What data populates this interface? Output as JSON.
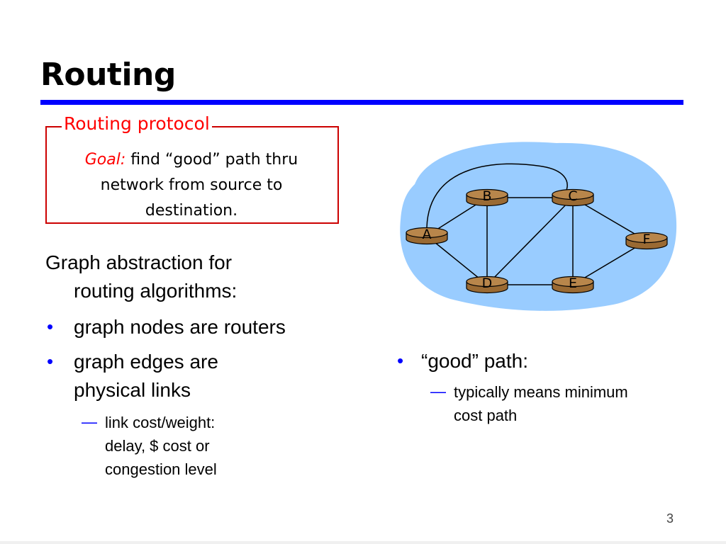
{
  "slide": {
    "title": "Routing",
    "page_number": "3"
  },
  "protocol_box": {
    "heading": "Routing protocol",
    "goal_label": "Goal:",
    "goal_text_1": " find “good” path thru",
    "goal_text_2": "network from source to",
    "goal_text_3": "destination."
  },
  "left_column": {
    "intro_line_1": "Graph abstraction for",
    "intro_line_2": "routing algorithms:",
    "bullet_1": "graph nodes are routers",
    "bullet_2_line_1": "graph edges are",
    "bullet_2_line_2": "physical links",
    "sub_bullet_line_1": "link cost/weight:",
    "sub_bullet_line_2": "delay, $ cost or",
    "sub_bullet_line_3": "congestion level"
  },
  "right_column": {
    "bullet_1": "“good” path:",
    "sub_bullet_line_1": "typically means minimum",
    "sub_bullet_line_2": "cost path"
  },
  "graph": {
    "nodes": [
      "A",
      "B",
      "C",
      "D",
      "E",
      "F"
    ],
    "edges": [
      [
        "A",
        "B"
      ],
      [
        "A",
        "D"
      ],
      [
        "A",
        "C"
      ],
      [
        "B",
        "C"
      ],
      [
        "B",
        "D"
      ],
      [
        "C",
        "D"
      ],
      [
        "C",
        "E"
      ],
      [
        "C",
        "F"
      ],
      [
        "D",
        "E"
      ],
      [
        "E",
        "F"
      ]
    ],
    "cloud_color": "#99ccff",
    "router_color": "#b8864b"
  },
  "colors": {
    "accent_blue": "#0000ff",
    "accent_red": "#ff0000"
  }
}
